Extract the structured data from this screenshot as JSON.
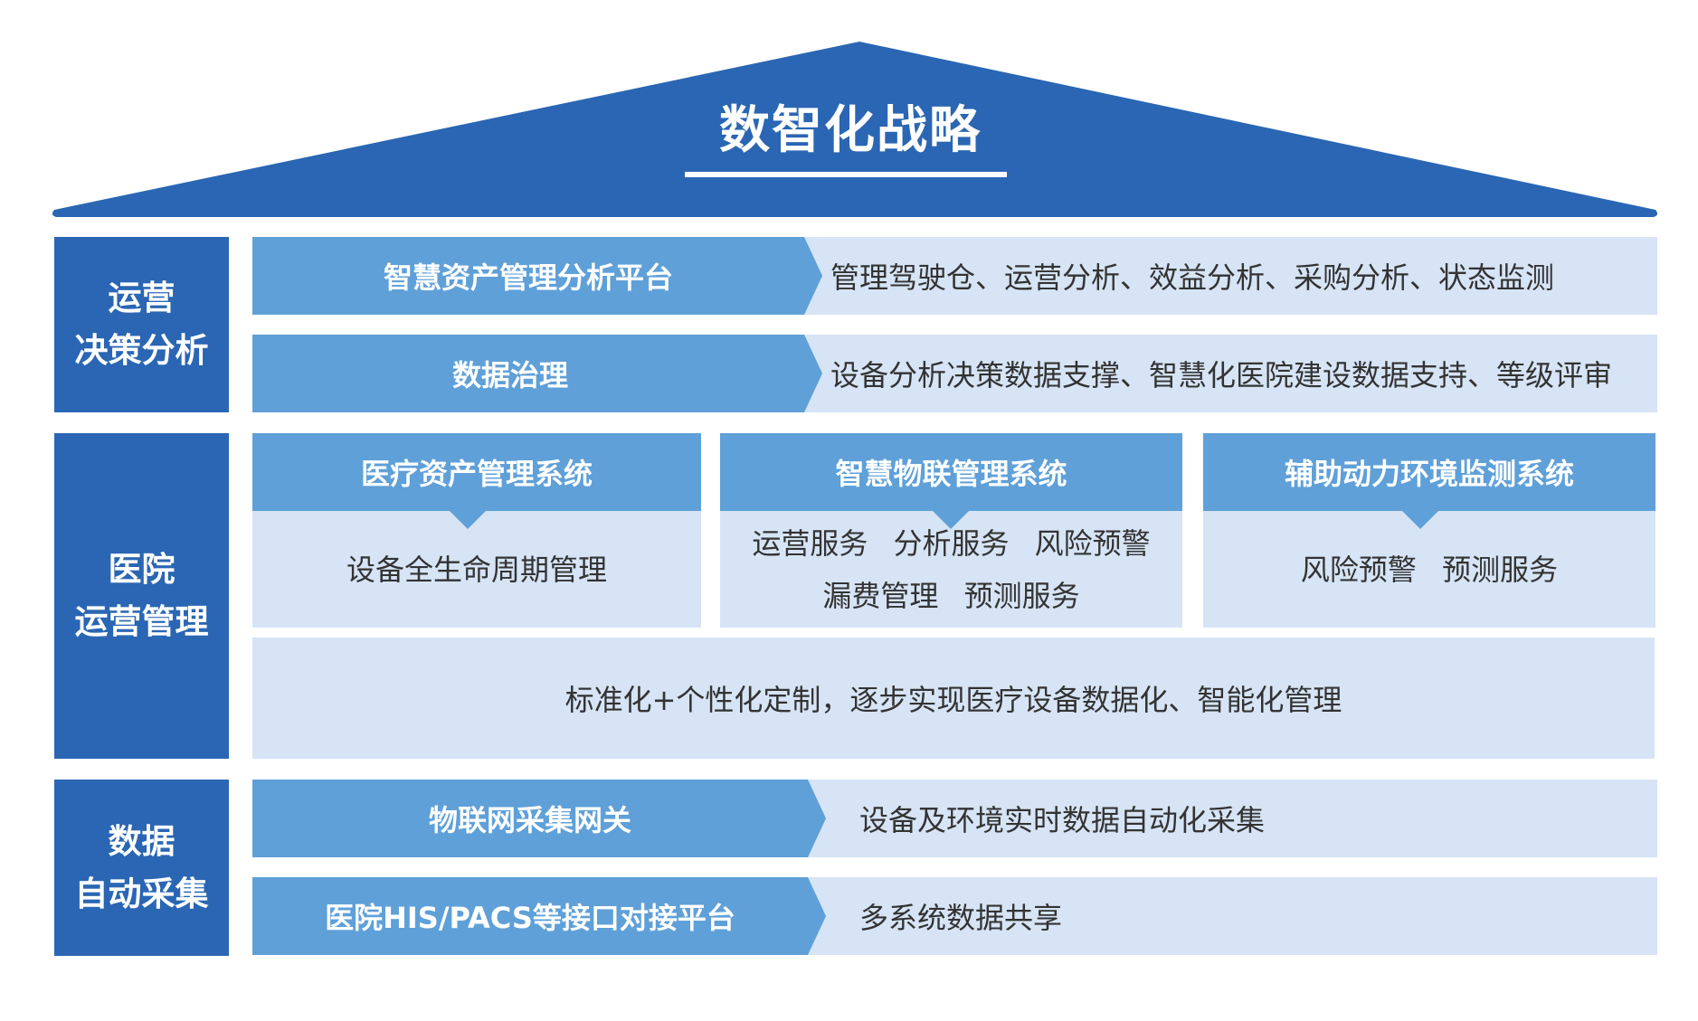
{
  "colors": {
    "dark_blue": "#2a66b3",
    "mid_blue": "#5fa0d8",
    "light_blue": "#d6e4f5",
    "text_dark": "#333333",
    "white": "#ffffff"
  },
  "roof": {
    "title": "数智化战略"
  },
  "sections": {
    "ops_decision": {
      "label_lines": [
        "运营",
        "决策分析"
      ],
      "rows": [
        {
          "label": "智慧资产管理分析平台",
          "desc": "管理驾驶仓、运营分析、效益分析、采购分析、状态监测"
        },
        {
          "label": "数据治理",
          "desc": "设备分析决策数据支撑、智慧化医院建设数据支持、等级评审"
        }
      ]
    },
    "hospital_ops": {
      "label_lines": [
        "医院",
        "运营管理"
      ],
      "systems": [
        {
          "title": "医疗资产管理系统",
          "lines": [
            "设备全生命周期管理"
          ]
        },
        {
          "title": "智慧物联管理系统",
          "lines": [
            "运营服务 分析服务 风险预警",
            "漏费管理 预测服务"
          ]
        },
        {
          "title": "辅助动力环境监测系统",
          "lines": [
            "风险预警 预测服务"
          ]
        }
      ],
      "note": "标准化+个性化定制，逐步实现医疗设备数据化、智能化管理"
    },
    "data_collection": {
      "label_lines": [
        "数据",
        "自动采集"
      ],
      "rows": [
        {
          "label": "物联网采集网关",
          "desc": "设备及环境实时数据自动化采集"
        },
        {
          "label": "医院HIS/PACS等接口对接平台",
          "desc": "多系统数据共享"
        }
      ]
    }
  }
}
